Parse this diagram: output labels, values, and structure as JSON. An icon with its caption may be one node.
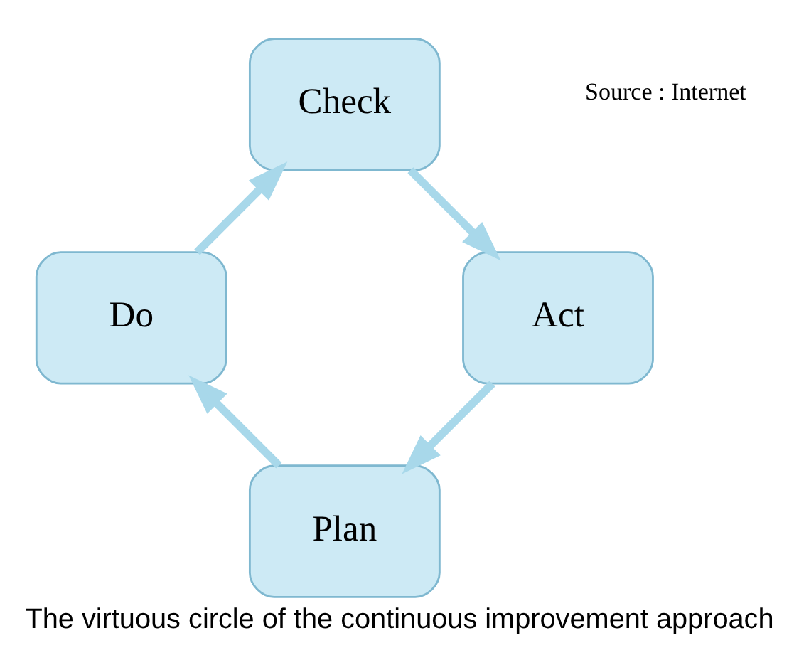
{
  "diagram": {
    "caption": "The virtuous circle of the continuous improvement approach",
    "nodes": [
      {
        "text": [
          "Plan"
        ]
      },
      {
        "text": [
          "Do"
        ]
      },
      {
        "text": [
          "Check"
        ]
      },
      {
        "text": [
          "Act"
        ]
      }
    ],
    "edges": [
      {
        "from": 0,
        "to": 1,
        "arrow": "to"
      },
      {
        "from": 1,
        "to": 2,
        "arrow": "to"
      },
      {
        "from": 2,
        "to": 3,
        "arrow": "to"
      },
      {
        "from": 3,
        "to": 0,
        "arrow": "to"
      }
    ],
    "labels": [
      "Source : Internet"
    ]
  }
}
